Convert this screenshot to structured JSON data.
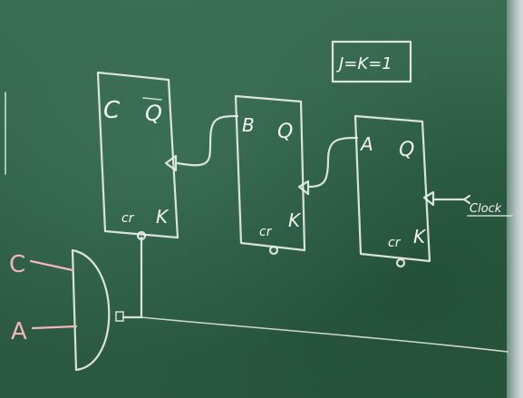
{
  "board": {
    "formula": "J=K=1",
    "flipflops": [
      {
        "name": "C",
        "bar": "Q",
        "cr": "cr",
        "k": "K"
      },
      {
        "name": "B",
        "bar": "Q",
        "cr": "cr",
        "k": "K"
      },
      {
        "name": "A",
        "bar": "Q",
        "cr": "cr",
        "k": "K"
      }
    ],
    "clock_label": "Clock",
    "gate_inputs": [
      "C",
      "A"
    ]
  },
  "colors": {
    "chalkboard": "#2f5f47",
    "chalk": "#e9eeea",
    "pink_chalk": "#f2b7b9"
  }
}
